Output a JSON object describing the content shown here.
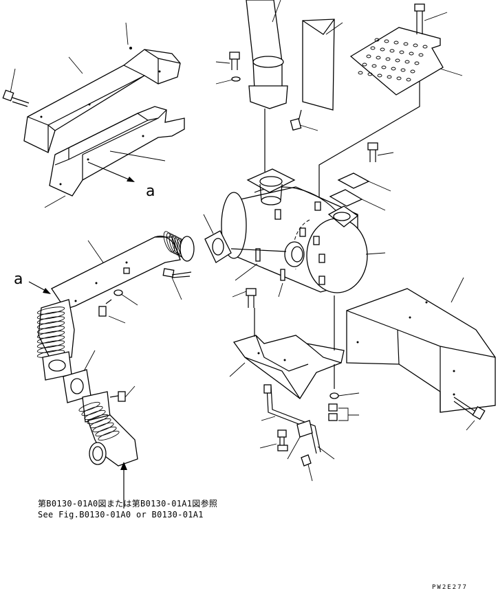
{
  "labels": {
    "view_a_upper": "a",
    "view_a_left": "a"
  },
  "caption": {
    "japanese": "第B0130-01A0図または第B0130-01A1図参照",
    "english": "See Fig.B0130-01A0 or B0130-01A1"
  },
  "drawing_code": "PW2E277"
}
